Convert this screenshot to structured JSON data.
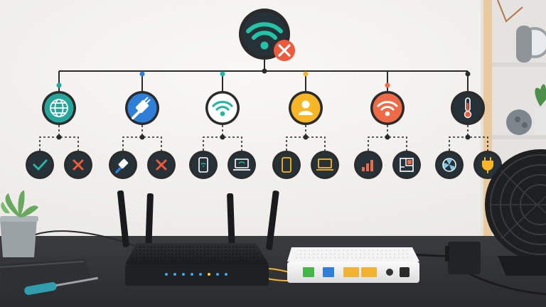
{
  "title": "",
  "colors": {
    "dark_node": "#263238",
    "error_badge": "#ef5a3c",
    "globe": "#26a69a",
    "ethernet": "#2f7fd8",
    "wifi": "#22b8a2",
    "user": "#f6b626",
    "weak_wifi": "#ef6a47",
    "thermometer": "#263238",
    "connector_line": "#2b2b2b",
    "check": "#2bb3a3",
    "cross": "#ef5a3c",
    "led": "#39a8ff",
    "led_amber": "#ffc83d"
  },
  "tree": {
    "root": {
      "icon": "wifi-icon",
      "badge": "close-icon"
    },
    "branches": [
      {
        "id": "internet",
        "icon": "globe-icon",
        "children": [
          {
            "icon": "check-icon"
          },
          {
            "icon": "close-icon"
          }
        ]
      },
      {
        "id": "ethernet",
        "icon": "ethernet-cable-icon",
        "children": [
          {
            "icon": "ethernet-cable-icon"
          },
          {
            "icon": "close-icon"
          }
        ]
      },
      {
        "id": "wifi",
        "icon": "wifi-icon",
        "children": [
          {
            "icon": "phone-wifi-icon"
          },
          {
            "icon": "laptop-wifi-icon"
          }
        ]
      },
      {
        "id": "user",
        "icon": "user-icon",
        "children": [
          {
            "icon": "tablet-icon"
          },
          {
            "icon": "laptop-icon"
          }
        ]
      },
      {
        "id": "signal",
        "icon": "weak-wifi-icon",
        "children": [
          {
            "icon": "signal-bars-icon"
          },
          {
            "icon": "floor-plan-icon"
          }
        ]
      },
      {
        "id": "temperature",
        "icon": "thermometer-icon",
        "children": [
          {
            "icon": "fan-icon"
          },
          {
            "icon": "power-plug-icon"
          }
        ]
      }
    ]
  },
  "scene_objects": [
    "wifi-router",
    "modem",
    "power-adapter",
    "desk-fan",
    "potted-plant",
    "notebook",
    "screwdriver",
    "shelf",
    "clock",
    "vase"
  ]
}
